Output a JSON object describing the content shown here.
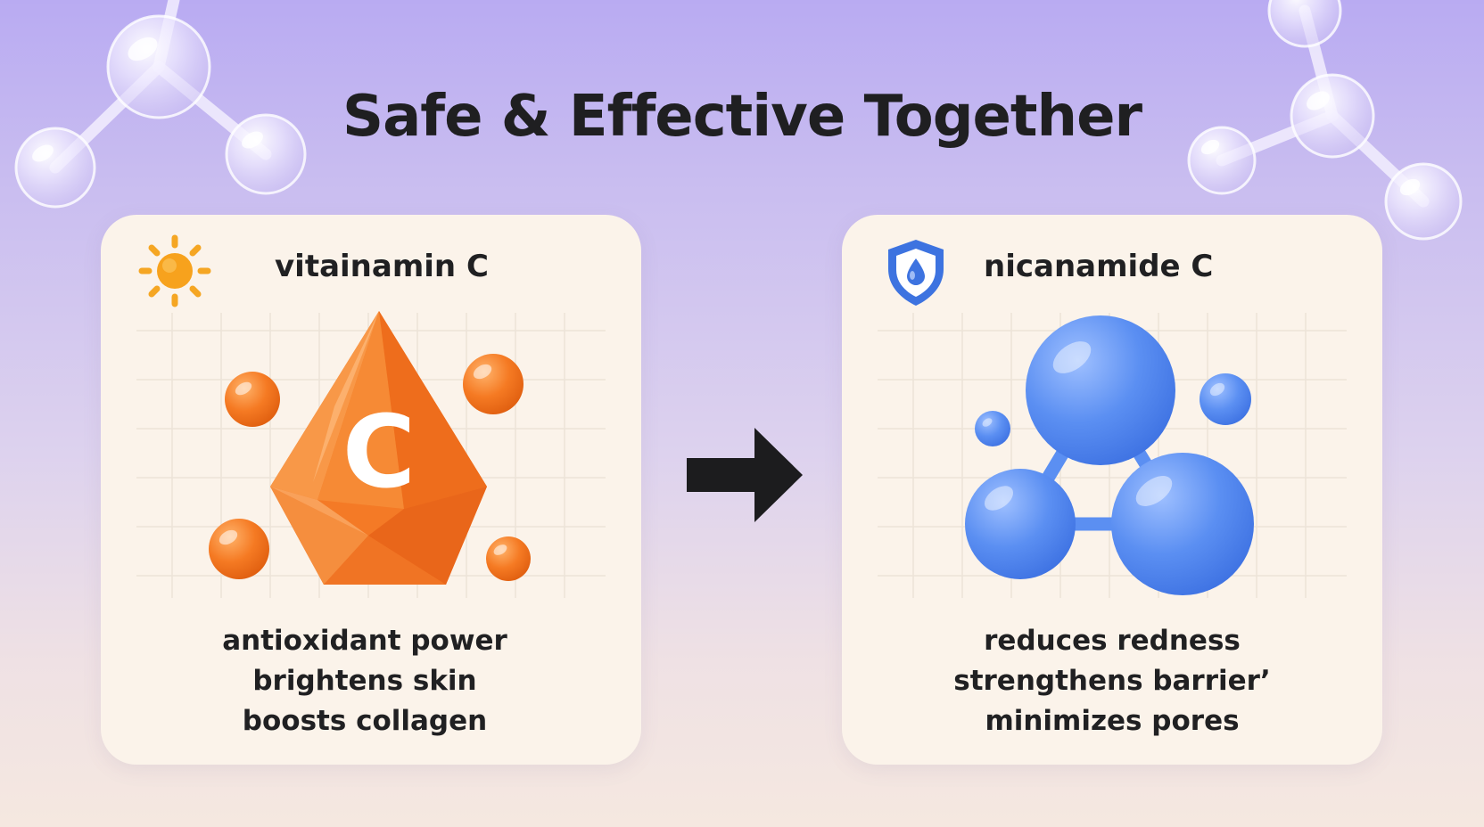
{
  "title": "Safe & Effective Together",
  "cards": [
    {
      "icon": "sun-icon",
      "title": "vitainamin C",
      "badge_letter": "C",
      "accent": "#f57a23",
      "benefits": [
        "antioxidant power",
        "brightens skin",
        "boosts collagen"
      ]
    },
    {
      "icon": "shield-drop-icon",
      "title": "nicanamide C",
      "accent": "#5b8ff2",
      "benefits": [
        "reduces redness",
        "strengthens barrierʼ",
        "minimizes pores"
      ]
    }
  ],
  "arrow_icon": "arrow-right-icon",
  "colors": {
    "title": "#1f1f21",
    "card_background": "#fbf3ea",
    "vitamin_orange": "#f57a23",
    "niacinamide_blue": "#5b8ff2",
    "sun_yellow": "#f5a623",
    "shield_blue": "#3d73e0"
  }
}
